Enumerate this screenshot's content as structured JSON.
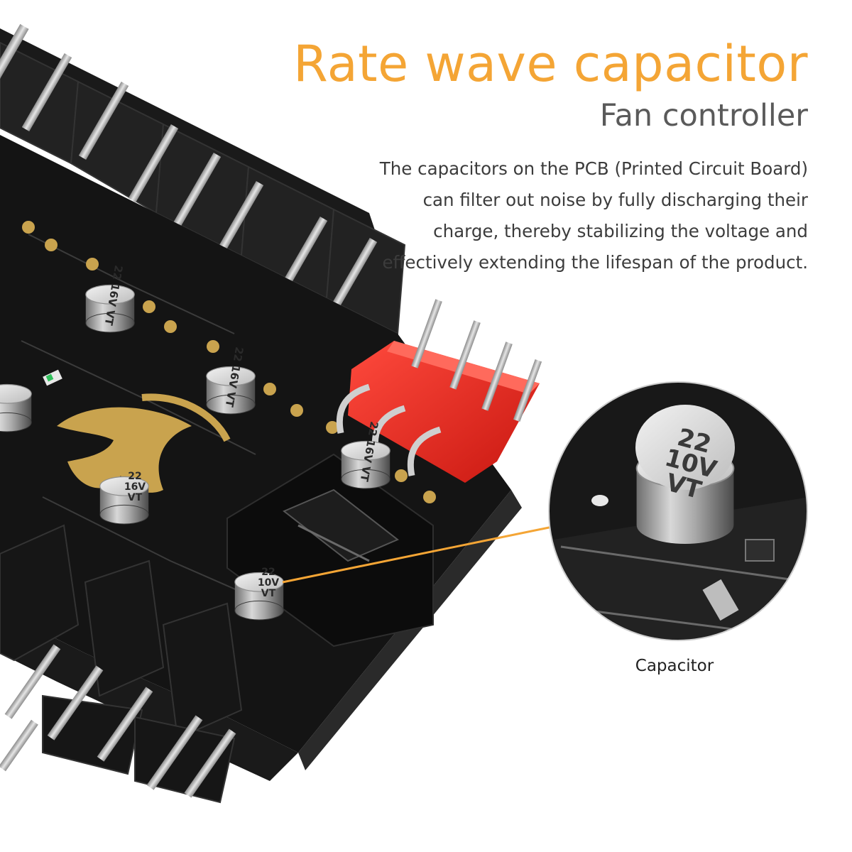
{
  "headline": "Rate wave capacitor",
  "subheadline": "Fan controller",
  "description": "The capacitors on the PCB (Printed Circuit Board) can filter out noise by fully discharging their charge, thereby stabilizing the voltage and effectively extending the lifespan of the product.",
  "callout": {
    "label": "Capacitor"
  },
  "capacitor_markings": {
    "value": "22",
    "voltage": "10V",
    "series": "VT"
  },
  "colors": {
    "accent": "#f4a535",
    "subheadline": "#5a5a5a",
    "body_text": "#3c3c3c",
    "pcb": "#141414",
    "header_red": "#e8241f",
    "gold_logo": "#c9a34e",
    "callout_line": "#f4a535"
  }
}
